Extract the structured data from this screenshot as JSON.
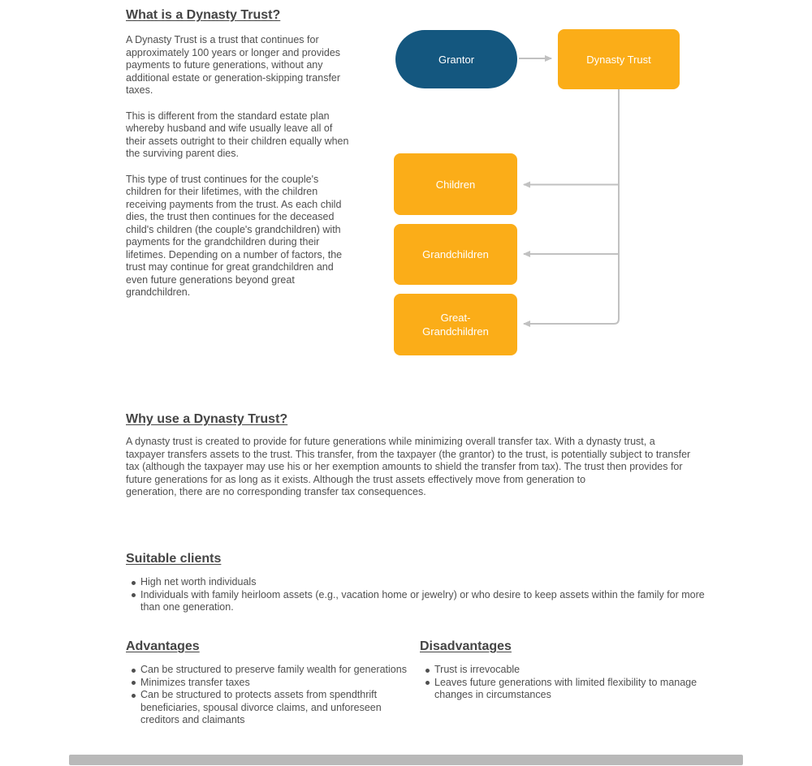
{
  "section_what": {
    "heading": "What is a Dynasty Trust?",
    "paragraphs": [
      "A Dynasty Trust is a trust that continues for approximately 100 years or longer and provides payments to future generations, without any additional estate or generation-skipping transfer taxes.",
      "This is different from the standard estate plan whereby husband and wife usually leave all of their assets outright to their children equally when the surviving parent dies.",
      "This type of trust continues for the couple's children for their lifetimes, with the children receiving payments from the trust. As each child dies, the trust then continues for the deceased child's children (the couple's grandchildren) with payments for the grandchildren during their lifetimes. Depending on a number of factors, the trust may continue for great grandchildren and even future generations beyond great grandchildren."
    ]
  },
  "diagram": {
    "nodes": {
      "grantor": {
        "label": "Grantor",
        "fill": "#14577F",
        "shape": "stadium"
      },
      "dynasty_trust": {
        "label": "Dynasty Trust",
        "fill": "#FBAD18",
        "shape": "rounded-rect"
      },
      "children": {
        "label": "Children",
        "fill": "#FBAD18",
        "shape": "rounded-rect"
      },
      "grandchildren": {
        "label": "Grandchildren",
        "fill": "#FBAD18",
        "shape": "rounded-rect"
      },
      "great_grandchildren": {
        "label": "Great-\nGrandchildren",
        "fill": "#FBAD18",
        "shape": "rounded-rect"
      }
    },
    "edges": [
      {
        "from": "grantor",
        "to": "dynasty_trust"
      },
      {
        "from": "dynasty_trust",
        "to": "children"
      },
      {
        "from": "dynasty_trust",
        "to": "grandchildren"
      },
      {
        "from": "dynasty_trust",
        "to": "great_grandchildren"
      }
    ],
    "connector_color": "#c1c1c1",
    "node_text_color": "#ffffff"
  },
  "section_why": {
    "heading": "Why use a Dynasty Trust?",
    "paragraph": "A dynasty trust is created to provide for future generations while minimizing overall transfer tax. With a dynasty trust, a taxpayer transfers assets to the trust. This transfer, from the taxpayer (the grantor) to the trust, is potentially subject to transfer tax (although the taxpayer may use his or her exemption amounts to shield the transfer from tax). The trust then provides for future generations for as long as it exists. Although the trust assets effectively move from generation to\ngeneration, there are no corresponding transfer tax consequences."
  },
  "section_clients": {
    "heading": "Suitable clients",
    "items": [
      "High net worth individuals",
      "Individuals with family heirloom assets (e.g., vacation home or jewelry) or who desire to keep assets within the family for more than one generation."
    ]
  },
  "section_advantages": {
    "heading": "Advantages",
    "items": [
      "Can be structured to preserve family wealth for generations",
      "Minimizes transfer taxes",
      "Can be structured to protects assets from spendthrift beneficiaries, spousal divorce claims, and unforeseen creditors and claimants"
    ]
  },
  "section_disadvantages": {
    "heading": "Disadvantages",
    "items": [
      "Trust is irrevocable",
      "Leaves future generations with limited flexibility to manage changes in circumstances"
    ]
  }
}
